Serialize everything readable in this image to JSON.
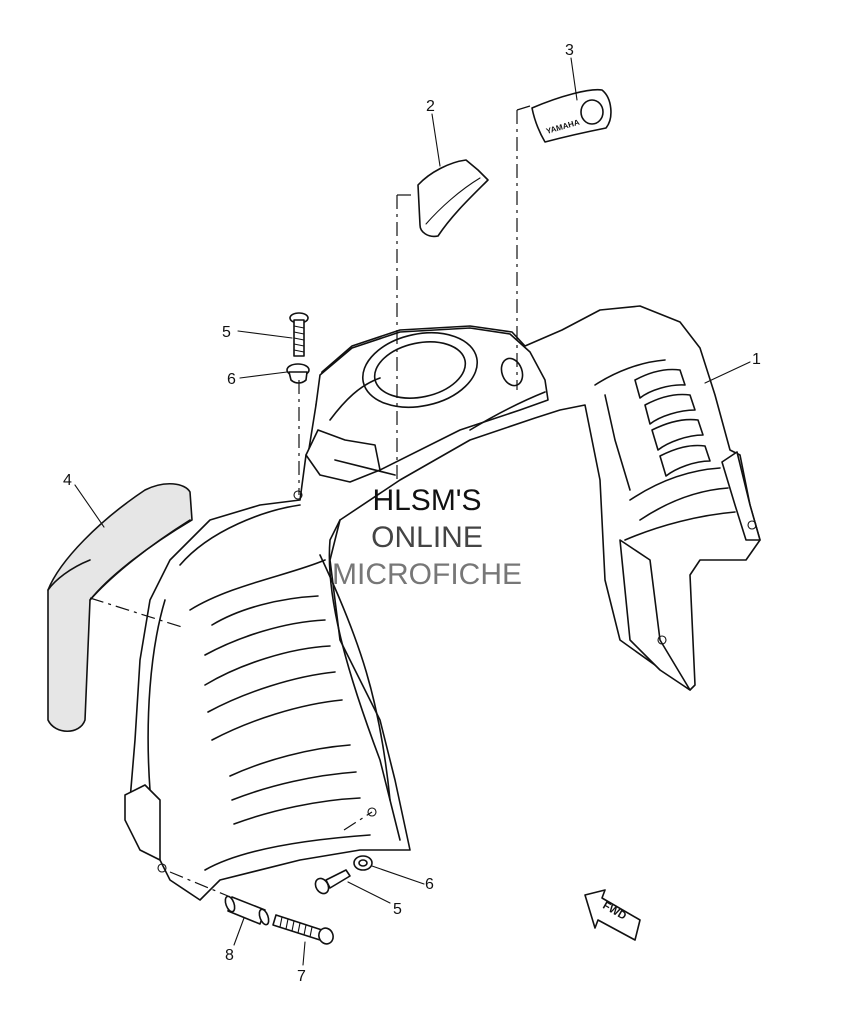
{
  "callouts": {
    "c1": "1",
    "c2": "2",
    "c3": "3",
    "c4": "4",
    "c5a": "5",
    "c6a": "6",
    "c5b": "5",
    "c6b": "6",
    "c7": "7",
    "c8": "8"
  },
  "watermark": {
    "line1": "HLSM'S",
    "line2": "ONLINE",
    "line3": "MICROFICHE",
    "colors": [
      "#111111",
      "#444444",
      "#777777"
    ]
  },
  "emblem_text": "YAMAHA",
  "direction_label": "FWD"
}
